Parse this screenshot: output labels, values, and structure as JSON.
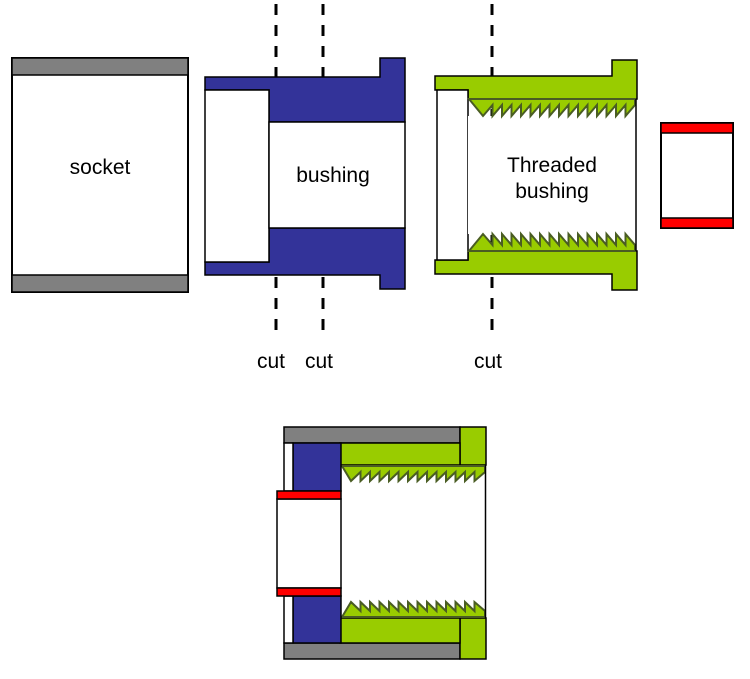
{
  "labels": {
    "socket": "socket",
    "bushing": "bushing",
    "threaded_bushing_line1": "Threaded",
    "threaded_bushing_line2": "bushing",
    "cuts": [
      "cut",
      "cut",
      "cut"
    ]
  },
  "colors": {
    "socket_gray": "#808080",
    "bushing_blue": "#333399",
    "thread_green": "#99cc00",
    "thread_outline": "#4a5d23",
    "cap_red": "#ff0000",
    "line_black": "#000000",
    "surface_white": "#ffffff",
    "background": "#ffffff",
    "text": "#000000"
  }
}
